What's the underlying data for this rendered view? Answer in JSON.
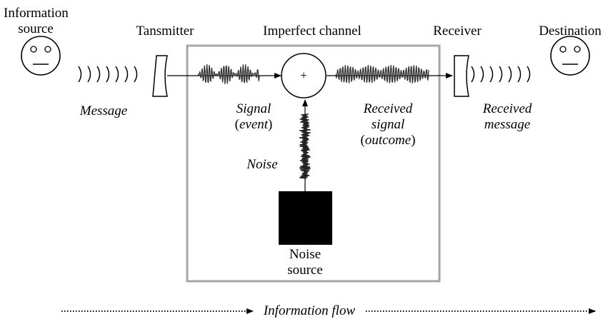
{
  "labels": {
    "source_line1": "Information",
    "source_line2": "source",
    "transmitter": "Tansmitter",
    "channel": "Imperfect channel",
    "receiver": "Receiver",
    "destination": "Destination",
    "message": "Message",
    "signal": "Signal",
    "signal_paren_open": "(",
    "signal_event": "event",
    "signal_paren_close": ")",
    "received_signal_line1": "Received",
    "received_signal_line2": "signal",
    "outcome_paren_open": "(",
    "outcome": "outcome",
    "outcome_paren_close": ")",
    "received_message_line1": "Received",
    "received_message_line2": "message",
    "noise": "Noise",
    "noise_source_line1": "Noise",
    "noise_source_line2": "source",
    "plus": "+",
    "information_flow": "Information flow"
  },
  "colors": {
    "ink": "#000000",
    "channel_border": "#a6a6a6",
    "waveform": "#333333"
  }
}
